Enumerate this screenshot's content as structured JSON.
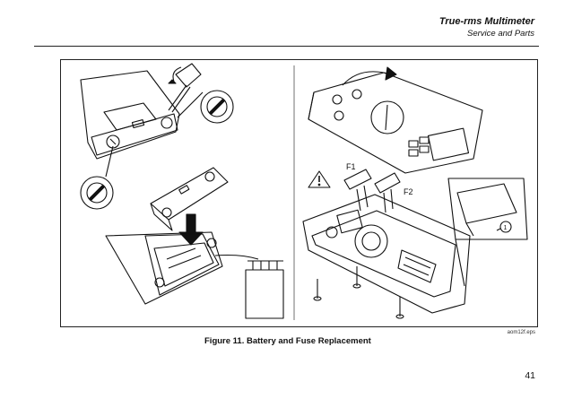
{
  "header": {
    "title": "True-rms Multimeter",
    "subtitle": "Service and Parts"
  },
  "figure": {
    "labels": {
      "fuse_1": "F1",
      "fuse_2": "F2",
      "callout_1": "1"
    },
    "file_ref": "aom12f.eps",
    "caption": "Figure 11. Battery and Fuse Replacement"
  },
  "page_number": "41"
}
